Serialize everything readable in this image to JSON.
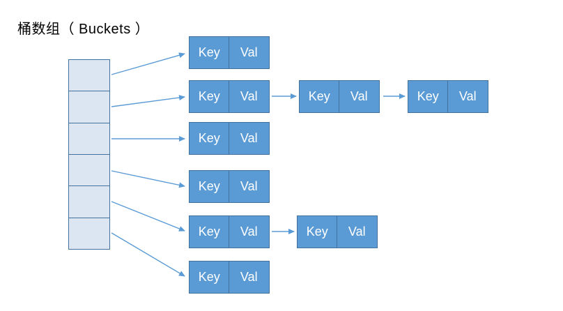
{
  "title": "桶数组（ Buckets ）",
  "labels": {
    "key": "Key",
    "val": "Val"
  },
  "bucket_array": {
    "cell_count": 6
  },
  "structure": {
    "description": "hash buckets pointing to key-value node chains",
    "rows": [
      {
        "bucket_index": 0,
        "chain_length": 1
      },
      {
        "bucket_index": 1,
        "chain_length": 3
      },
      {
        "bucket_index": 2,
        "chain_length": 1
      },
      {
        "bucket_index": 3,
        "chain_length": 1
      },
      {
        "bucket_index": 4,
        "chain_length": 2
      },
      {
        "bucket_index": 5,
        "chain_length": 1
      }
    ]
  },
  "colors": {
    "node_fill": "#5b9bd5",
    "node_border": "#41719c",
    "bucket_fill": "#dce6f2",
    "bucket_border": "#41719c",
    "arrow": "#5b9bd5",
    "node_text": "#ffffff",
    "title_text": "#000000",
    "background": "#ffffff"
  }
}
